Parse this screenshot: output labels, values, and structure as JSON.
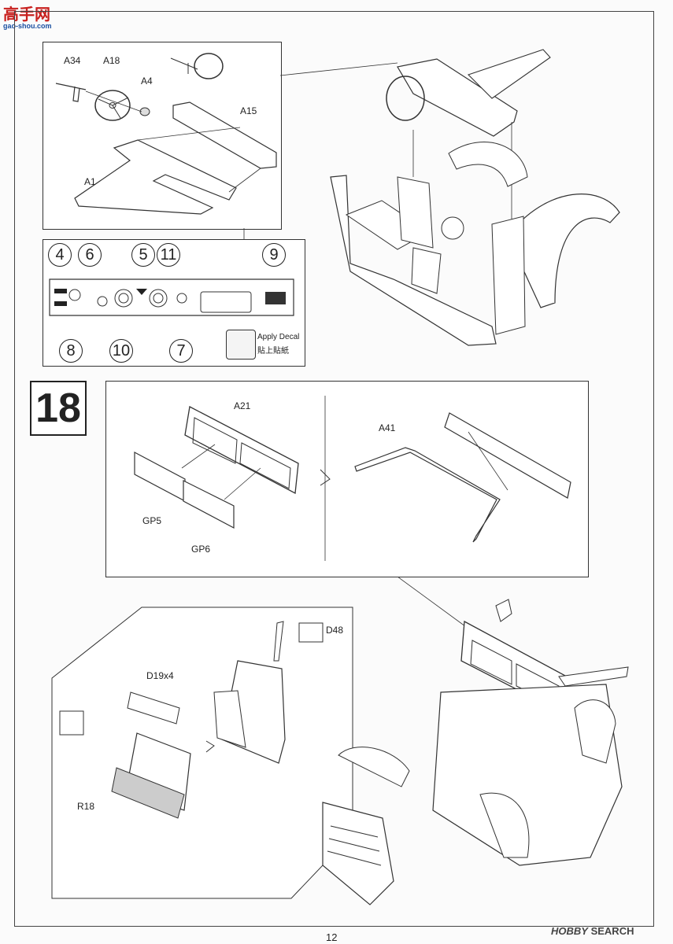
{
  "watermark_top": {
    "brand": "高手网",
    "url": "gao-shou.com"
  },
  "top_assembly": {
    "labels": [
      "A34",
      "A18",
      "A4",
      "A15",
      "A1"
    ]
  },
  "dashboard_decals": {
    "numbers_top": [
      "4",
      "6",
      "5",
      "11",
      "9"
    ],
    "numbers_bottom": [
      "8",
      "10",
      "7"
    ],
    "apply_decal": {
      "en": "Apply Decal",
      "zh": "貼上貼紙"
    }
  },
  "step": {
    "number": "18",
    "windshield": {
      "labels": [
        "A21",
        "GP5",
        "GP6",
        "A41"
      ]
    },
    "seat": {
      "labels": [
        "D19x4",
        "R18",
        "D48"
      ]
    }
  },
  "page_number": "12",
  "watermark_bottom": {
    "brand": "HOBBY",
    "brand2": "SEARCH"
  },
  "colors": {
    "line": "#333333",
    "accent_red": "#c8201e"
  }
}
